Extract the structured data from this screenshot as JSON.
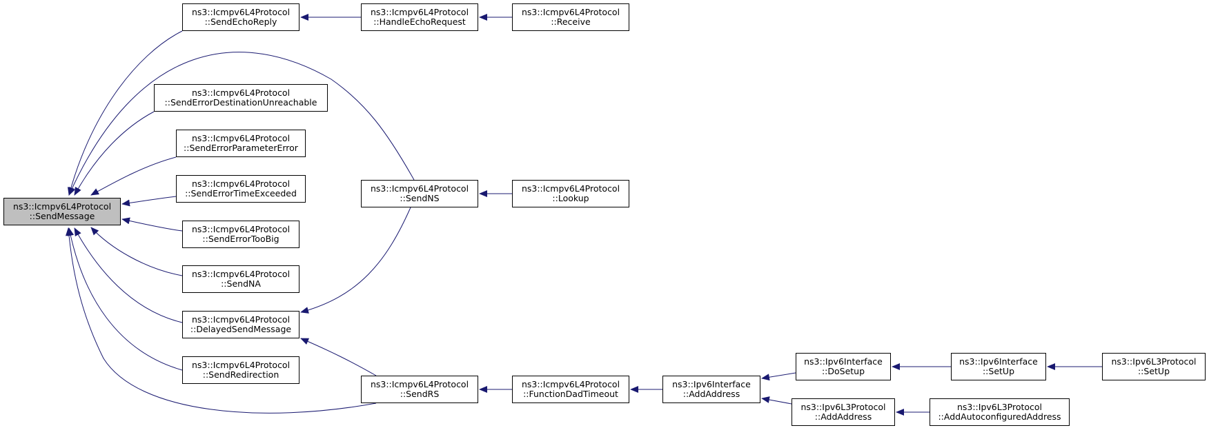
{
  "graph": {
    "edge_color": "#191970",
    "focus_fill": "#bfbfbf",
    "nodes": [
      {
        "id": "sendmessage",
        "line1": "ns3::Icmpv6L4Protocol",
        "line2": "::SendMessage",
        "focus": true
      },
      {
        "id": "sendechoreply",
        "line1": "ns3::Icmpv6L4Protocol",
        "line2": "::SendEchoReply"
      },
      {
        "id": "handleechorequest",
        "line1": "ns3::Icmpv6L4Protocol",
        "line2": "::HandleEchoRequest"
      },
      {
        "id": "receive",
        "line1": "ns3::Icmpv6L4Protocol",
        "line2": "::Receive"
      },
      {
        "id": "senderrordest",
        "line1": "ns3::Icmpv6L4Protocol",
        "line2": "::SendErrorDestinationUnreachable"
      },
      {
        "id": "senderrorparam",
        "line1": "ns3::Icmpv6L4Protocol",
        "line2": "::SendErrorParameterError"
      },
      {
        "id": "senderrortime",
        "line1": "ns3::Icmpv6L4Protocol",
        "line2": "::SendErrorTimeExceeded"
      },
      {
        "id": "senderrortoobig",
        "line1": "ns3::Icmpv6L4Protocol",
        "line2": "::SendErrorTooBig"
      },
      {
        "id": "sendna",
        "line1": "ns3::Icmpv6L4Protocol",
        "line2": "::SendNA"
      },
      {
        "id": "delayedsend",
        "line1": "ns3::Icmpv6L4Protocol",
        "line2": "::DelayedSendMessage"
      },
      {
        "id": "sendredirection",
        "line1": "ns3::Icmpv6L4Protocol",
        "line2": "::SendRedirection"
      },
      {
        "id": "sendns",
        "line1": "ns3::Icmpv6L4Protocol",
        "line2": "::SendNS"
      },
      {
        "id": "lookup",
        "line1": "ns3::Icmpv6L4Protocol",
        "line2": "::Lookup"
      },
      {
        "id": "sendrs",
        "line1": "ns3::Icmpv6L4Protocol",
        "line2": "::SendRS"
      },
      {
        "id": "functiondad",
        "line1": "ns3::Icmpv6L4Protocol",
        "line2": "::FunctionDadTimeout"
      },
      {
        "id": "ipv6if-addaddress",
        "line1": "ns3::Ipv6Interface",
        "line2": "::AddAddress"
      },
      {
        "id": "ipv6if-dosetup",
        "line1": "ns3::Ipv6Interface",
        "line2": "::DoSetup"
      },
      {
        "id": "ipv6if-setup",
        "line1": "ns3::Ipv6Interface",
        "line2": "::SetUp"
      },
      {
        "id": "ipv6l3-setup",
        "line1": "ns3::Ipv6L3Protocol",
        "line2": "::SetUp"
      },
      {
        "id": "ipv6l3-addaddress",
        "line1": "ns3::Ipv6L3Protocol",
        "line2": "::AddAddress"
      },
      {
        "id": "ipv6l3-addauto",
        "line1": "ns3::Ipv6L3Protocol",
        "line2": "::AddAutoconfiguredAddress"
      }
    ],
    "edges": [
      {
        "from": "sendechoreply",
        "to": "sendmessage"
      },
      {
        "from": "sendns",
        "to": "sendmessage"
      },
      {
        "from": "senderrordest",
        "to": "sendmessage"
      },
      {
        "from": "senderrorparam",
        "to": "sendmessage"
      },
      {
        "from": "senderrortime",
        "to": "sendmessage"
      },
      {
        "from": "senderrortoobig",
        "to": "sendmessage"
      },
      {
        "from": "sendna",
        "to": "sendmessage"
      },
      {
        "from": "delayedsend",
        "to": "sendmessage"
      },
      {
        "from": "sendredirection",
        "to": "sendmessage"
      },
      {
        "from": "sendrs",
        "to": "sendmessage"
      },
      {
        "from": "handleechorequest",
        "to": "sendechoreply"
      },
      {
        "from": "receive",
        "to": "handleechorequest"
      },
      {
        "from": "lookup",
        "to": "sendns"
      },
      {
        "from": "sendns",
        "to": "delayedsend"
      },
      {
        "from": "sendrs",
        "to": "delayedsend"
      },
      {
        "from": "functiondad",
        "to": "sendrs"
      },
      {
        "from": "ipv6if-addaddress",
        "to": "functiondad"
      },
      {
        "from": "ipv6if-dosetup",
        "to": "ipv6if-addaddress"
      },
      {
        "from": "ipv6l3-addaddress",
        "to": "ipv6if-addaddress"
      },
      {
        "from": "ipv6if-setup",
        "to": "ipv6if-dosetup"
      },
      {
        "from": "ipv6l3-setup",
        "to": "ipv6if-setup"
      },
      {
        "from": "ipv6l3-addauto",
        "to": "ipv6l3-addaddress"
      }
    ]
  }
}
